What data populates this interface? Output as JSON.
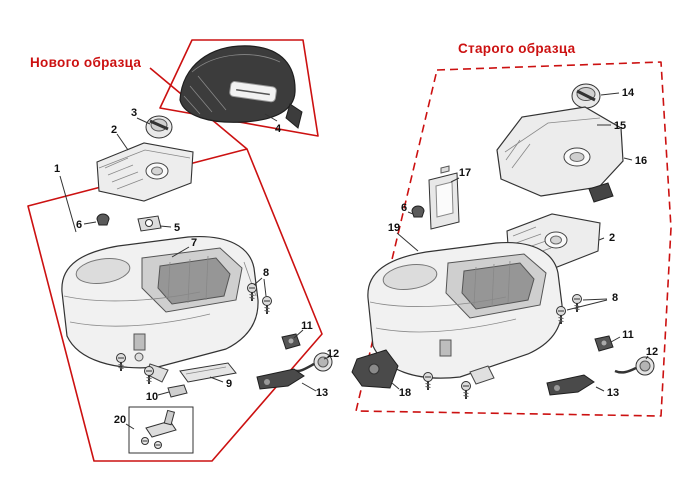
{
  "diagram": {
    "background": "#ffffff",
    "accent_color": "#cc1111",
    "line_color": "#333333",
    "new_model": {
      "label": "Нового образца",
      "callouts": [
        "1",
        "2",
        "3",
        "4",
        "5",
        "6",
        "7",
        "8",
        "9",
        "10",
        "11",
        "12",
        "13",
        "20"
      ]
    },
    "old_model": {
      "label": "Старого образца",
      "callouts": [
        "14",
        "15",
        "16",
        "17",
        "6",
        "19",
        "2",
        "8",
        "11",
        "12",
        "13",
        "18"
      ]
    }
  }
}
